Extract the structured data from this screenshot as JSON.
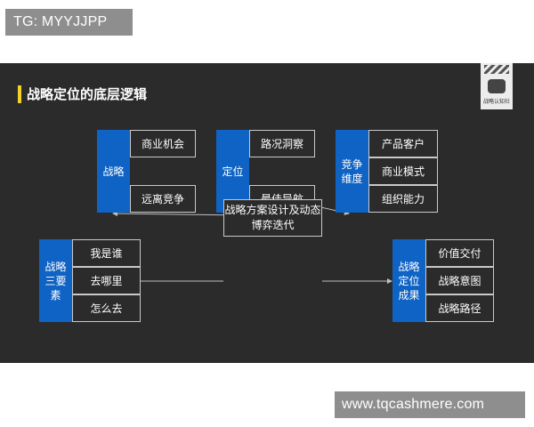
{
  "watermark_top": "TG: MYYJJPP",
  "watermark_bottom": "www.tqcashmere.com",
  "slide_title": "战略定位的底层逻辑",
  "logo_text": "战略认知社",
  "box_strategy": {
    "label": "战略",
    "items": [
      "商业机会",
      "远离竞争"
    ]
  },
  "box_position": {
    "label": "定位",
    "items": [
      "路况洞察",
      "最佳导航"
    ]
  },
  "box_competition": {
    "label": "竞争维度",
    "items": [
      "产品客户",
      "商业模式",
      "组织能力"
    ]
  },
  "box_three": {
    "label": "战略三要素",
    "items": [
      "我是谁",
      "去哪里",
      "怎么去"
    ]
  },
  "box_result": {
    "label": "战略定位成果",
    "items": [
      "价值交付",
      "战略意图",
      "战略路径"
    ]
  },
  "center_node": "战略方案设计及动态博弈迭代",
  "colors": {
    "accent_blue": "#0f63c4",
    "title_bar": "#f2d22a",
    "slide_bg": "#2b2b2b"
  }
}
